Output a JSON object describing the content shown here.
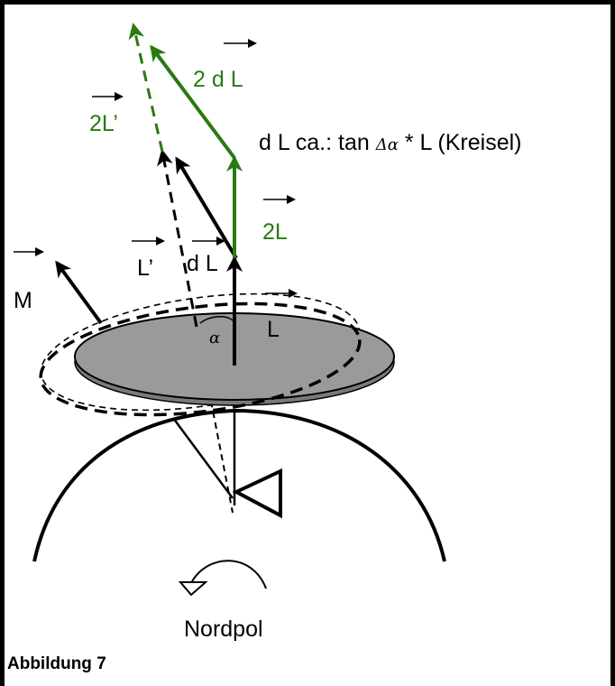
{
  "labels": {
    "two_dL": "2 d L",
    "two_L_prime": "2L’",
    "formula_prefix": "d L ca.: tan ",
    "formula_delta": "Δ",
    "formula_alpha": "α",
    "formula_suffix": " * L (Kreisel)",
    "two_L": "2L",
    "L_prime": "L’",
    "dL": "d L",
    "M": "M",
    "L": "L",
    "alpha": "α",
    "north_pole": "Nordpol",
    "figure_caption": "Abbildung 7"
  },
  "colors": {
    "green": "#2a7a12",
    "disk_fill": "#9a9a9a",
    "stroke": "#000000"
  }
}
